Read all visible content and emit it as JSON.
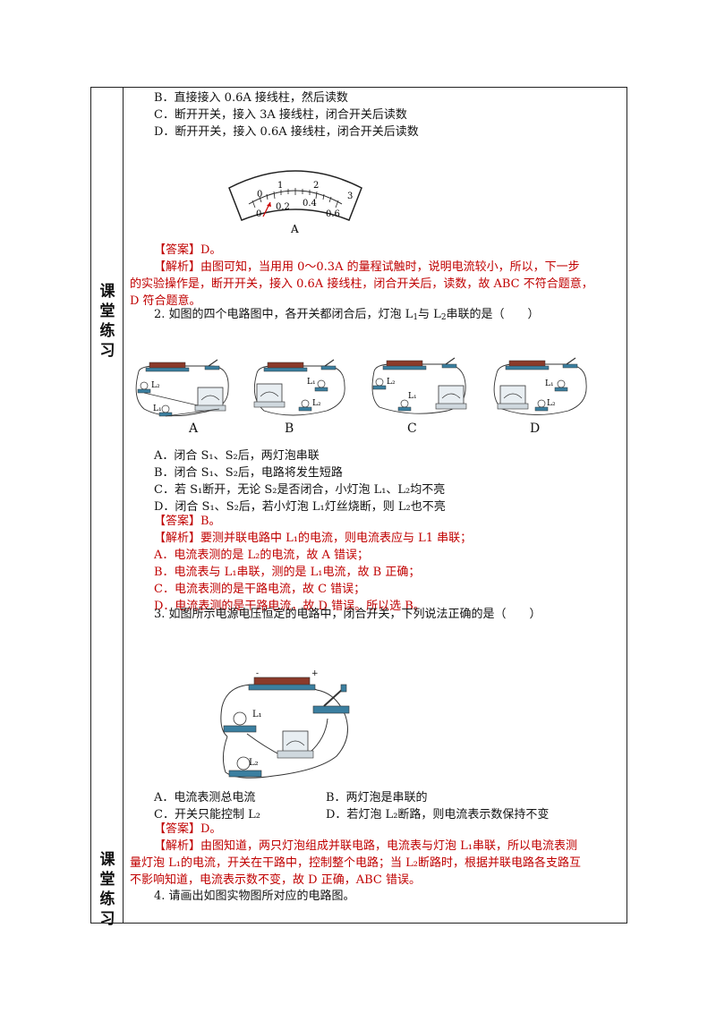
{
  "side_labels": {
    "upper": [
      "课",
      "堂",
      "练",
      "习"
    ],
    "lower": [
      "课",
      "堂",
      "练",
      "习"
    ]
  },
  "q1": {
    "opt_b": "B．直接接入 0.6A 接线柱，然后读数",
    "opt_c": "C．断开开关，接入 3A 接线柱，闭合开关后读数",
    "opt_d": "D．断开开关，接入 0.6A 接线柱，闭合开关后读数",
    "meter": {
      "top_scale": [
        "0",
        "1",
        "2",
        "3"
      ],
      "bottom_scale": [
        "0",
        "0.2",
        "0.4",
        "0.6"
      ],
      "label": "A"
    },
    "answer": "【答案】D。",
    "analysis_1": "【解析】由图可知，当用用 0～0.3A 的量程试触时，说明电流较小，所以，下一步",
    "analysis_2": "的实验操作是，断开开关，接入 0.6A 接线柱，闭合开关后，读数，故 ABC 不符合题意，",
    "analysis_3": "D 符合题意。"
  },
  "q2": {
    "stem_pre": "2. 如图的四个电路图中，各开关都闭合后，灯泡 L",
    "stem_sub1": "1",
    "stem_mid": "与 L",
    "stem_sub2": "2",
    "stem_post": "串联的是（　　）",
    "figure_labels": [
      "A",
      "B",
      "C",
      "D"
    ],
    "opt_a": "A．闭合 S₁、S₂后，两灯泡串联",
    "opt_b": "B．闭合 S₁、S₂后，电路将发生短路",
    "opt_c": "C．若 S₁断开，无论 S₂是否闭合，小灯泡 L₁、L₂均不亮",
    "opt_d": "D．闭合 S₁、S₂后，若小灯泡 L₁灯丝烧断，则 L₂也不亮",
    "answer": "【答案】B。",
    "analysis_1": "【解析】要测并联电路中 L₁的电流，则电流表应与 L1 串联；",
    "analysis_2": "A．电流表测的是 L₂的电流，故 A 错误；",
    "analysis_3": "B．电流表与 L₁串联，测的是 L₁电流，故 B 正确；",
    "analysis_4": "C．电流表测的是干路电流，故 C 错误；",
    "analysis_5": "D．电流表测的是干路电流，故 D 错误。所以选 B。"
  },
  "q3": {
    "stem": "3. 如图所示电源电压恒定的电路中，闭合开关，下列说法正确的是（　　）",
    "opt_a": "A．电流表测总电流",
    "opt_b": "B．两灯泡是串联的",
    "opt_c": "C．开关只能控制 L₂",
    "opt_d": "D．若灯泡 L₂断路，则电流表示数保持不变",
    "answer": "【答案】D。",
    "analysis_1": "【解析】由图知道，两只灯泡组成并联电路，电流表与灯泡 L₁串联，所以电流表测",
    "analysis_2": "量灯泡 L₁的电流，开关在干路中，控制整个电路；当 L₂断路时，根据并联电路各支路互",
    "analysis_3": "不影响知道，电流表示数不变，故 D 正确，ABC 错误。"
  },
  "q4": {
    "stem": "4. 请画出如图实物图所对应的电路图。"
  },
  "fig3_labels": {
    "l1": "L₁",
    "l2": "L₂",
    "minus": "-",
    "plus": "+"
  },
  "small_labels": {
    "l1": "L₁",
    "l2": "L₂"
  }
}
